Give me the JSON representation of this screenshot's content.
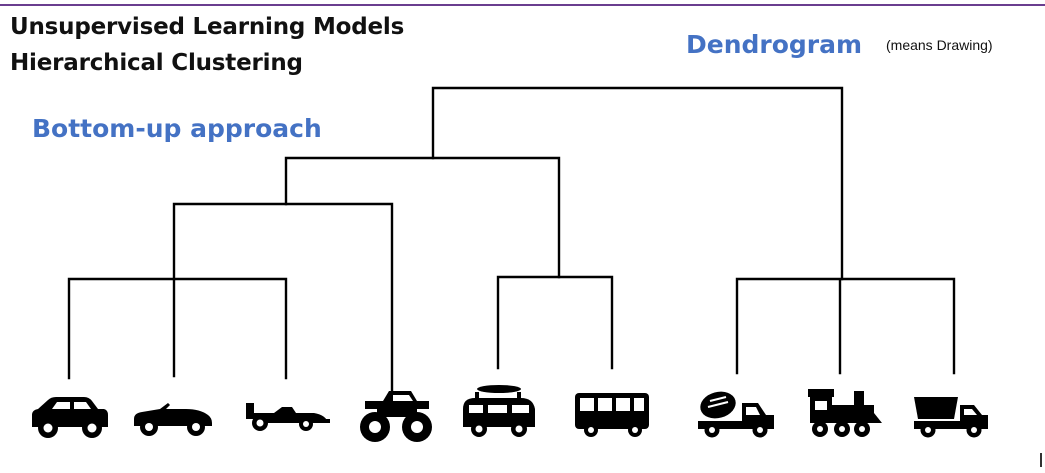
{
  "title": {
    "line1": "Unsupervised Learning Models",
    "line2": "Hierarchical Clustering"
  },
  "dendrogram_label": "Dendrogram",
  "means_note": "(means Drawing)",
  "approach_label": "Bottom-up approach",
  "colors": {
    "accent_blue": "#4472c4",
    "ink": "#000000",
    "top_rule": "#6a3d8f"
  },
  "leaves": [
    {
      "icon": "car-icon"
    },
    {
      "icon": "convertible-car-icon"
    },
    {
      "icon": "race-car-icon"
    },
    {
      "icon": "monster-truck-icon"
    },
    {
      "icon": "camper-van-icon"
    },
    {
      "icon": "bus-icon"
    },
    {
      "icon": "cement-mixer-truck-icon"
    },
    {
      "icon": "locomotive-icon"
    },
    {
      "icon": "dump-truck-icon"
    }
  ]
}
